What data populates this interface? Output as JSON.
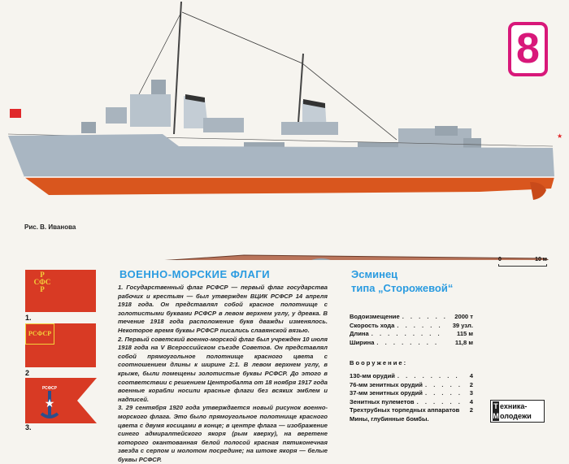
{
  "page_number": "8",
  "credit": "Рис. В. Иванова",
  "flags_section": {
    "title": "ВОЕННО-МОРСКИЕ ФЛАГИ",
    "paragraphs": [
      "1. Государственный флаг РСФСР — первый флаг государства рабочих и крестьян — был утвержден ВЦИК РСФСР 14 апреля 1918 года. Он представлял собой красное полотнище с золотистыми буквами РСФСР в левом верхнем углу, у древка. В течение 1918 года расположение букв дважды изменялось. Некоторое время буквы РСФСР писались славянской вязью.",
      "2. Первый советский военно-морской флаг был учрежден 10 июля 1918 года на V Всероссийском съезде Советов. Он представлял собой прямоугольное полотнище красного цвета с соотношением длины к ширине 2:1. В левом верхнем углу, в крыже, были помещены золотистые буквы РСФСР. До этого в соответствии с решением Центробалта от 18 ноября 1917 года военные корабли носили красные флаги без всяких эмблем и надписей.",
      "3. 29 сентября 1920 года утверждается новый рисунок военно-морского флага. Это было прямоугольное полотнище красного цвета с двумя косицами в конце; в центре флага — изображение синего адмиралтейского якоря (рым кверху), на веретене которого окантованная белой полосой красная пятиконечная звезда с серпом и молотом посредине; на штоке якоря — белые буквы РСФСР."
    ],
    "flag_labels": [
      "1.",
      "2",
      "3."
    ],
    "flag1_letters": {
      "top": "Р",
      "left": "С",
      "center": "Ф",
      "right": "С",
      "bottom": "Р"
    },
    "flag2_letters": "РСФСР",
    "flag3_letters": "РСФСР"
  },
  "ship": {
    "title_line1": "Эсминец",
    "title_line2": "типа „Сторожевой“",
    "scale": {
      "start": "0",
      "end": "10 м"
    },
    "specs": [
      {
        "label": "Водоизмещение",
        "dots": ". . . . . .",
        "value": "2000 т"
      },
      {
        "label": "Скорость хода",
        "dots": ". . . . . .",
        "value": "39 узл."
      },
      {
        "label": "Длина",
        "dots": ". . . . . . . . .",
        "value": "115 м"
      },
      {
        "label": "Ширина",
        "dots": ". . . . . . . .",
        "value": "11,8 м"
      }
    ],
    "armament_title": "Вооружение:",
    "armament": [
      {
        "label": "130-мм орудий",
        "dots": ". . . . . . . .",
        "value": "4"
      },
      {
        "label": "76-мм зенитных орудий",
        "dots": ". . . . .",
        "value": "2"
      },
      {
        "label": "37-мм зенитных орудий",
        "dots": ". . . . .",
        "value": "3"
      },
      {
        "label": "Зенитных пулеметов",
        "dots": ". . . . . .",
        "value": "4"
      },
      {
        "label": "Трехтрубных торпедных аппаратов",
        "dots": "",
        "value": "2"
      }
    ],
    "armament_note": "Мины, глубинные бомбы."
  },
  "logo": {
    "line1_initial": "Т",
    "line1_rest": "ехника-",
    "line2_initial": "М",
    "line2_rest": "олодежи"
  },
  "colors": {
    "accent_blue": "#2a9be0",
    "badge_pink": "#d8187a",
    "flag_red": "#d83a24",
    "hull_gray": "#a9b6c2",
    "hull_red": "#d9561e",
    "deck_brown": "#b9745a"
  }
}
